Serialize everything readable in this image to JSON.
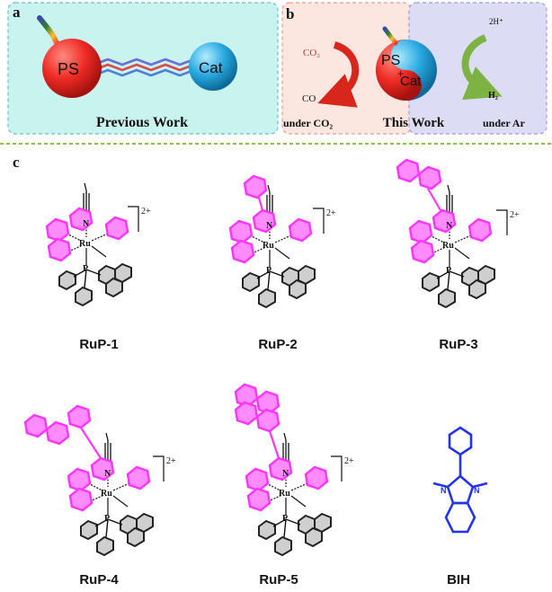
{
  "panel_a": {
    "label": "a",
    "ps_label": "PS",
    "cat_label": "Cat",
    "caption": "Previous Work"
  },
  "panel_b": {
    "label": "b",
    "co2_label": "CO₂",
    "co_label": "CO",
    "condition_left": "under CO₂",
    "ps_label": "PS",
    "plus_label": "+",
    "cat_label": "Cat",
    "caption": "This Work",
    "h_label": "2H⁺",
    "h2_label": "H₂",
    "condition_right": "under Ar"
  },
  "panel_c": {
    "label": "c",
    "atoms": {
      "ru": "Ru",
      "n": "N",
      "p": "P",
      "charge": "2+"
    },
    "compounds": [
      "RuP-1",
      "RuP-2",
      "RuP-3",
      "RuP-4",
      "RuP-5",
      "BIH"
    ]
  },
  "colors": {
    "panel_a_bg": "#c9f3ef",
    "panel_b_left_bg": "#fbe6e0",
    "panel_b_right_bg": "#dcdcf5",
    "ps_red": "#ee2a24",
    "cat_blue": "#29a9e1",
    "ligand_magenta": "#ff3cff",
    "bih_blue": "#2233ee",
    "arrow_red": "#d8261c",
    "arrow_green": "#7cb342",
    "divider_green": "#8bc34a"
  }
}
